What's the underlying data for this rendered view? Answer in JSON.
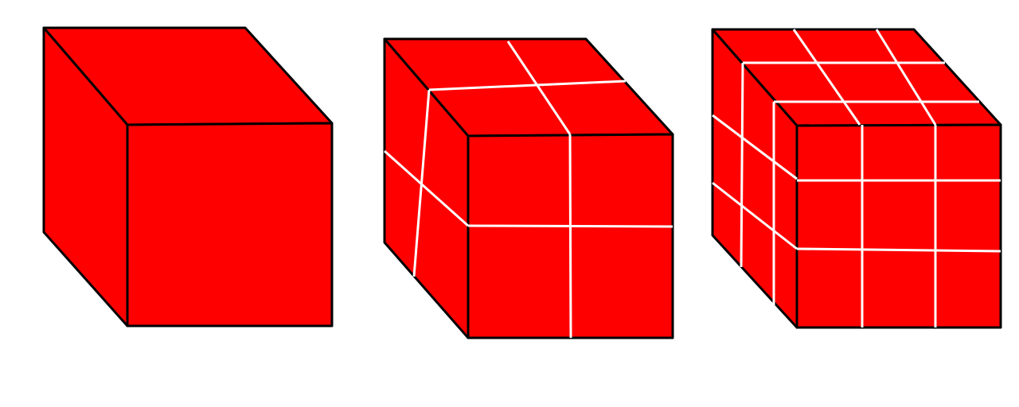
{
  "colors": {
    "background": "#ffffff",
    "cube_fill": "#ff0000",
    "edge": "#000000",
    "cut_line": "#ffffff"
  },
  "cubes": [
    {
      "name": "cube-1x1",
      "divisions": 1
    },
    {
      "name": "cube-2x2",
      "divisions": 2
    },
    {
      "name": "cube-3x3",
      "divisions": 3
    }
  ]
}
